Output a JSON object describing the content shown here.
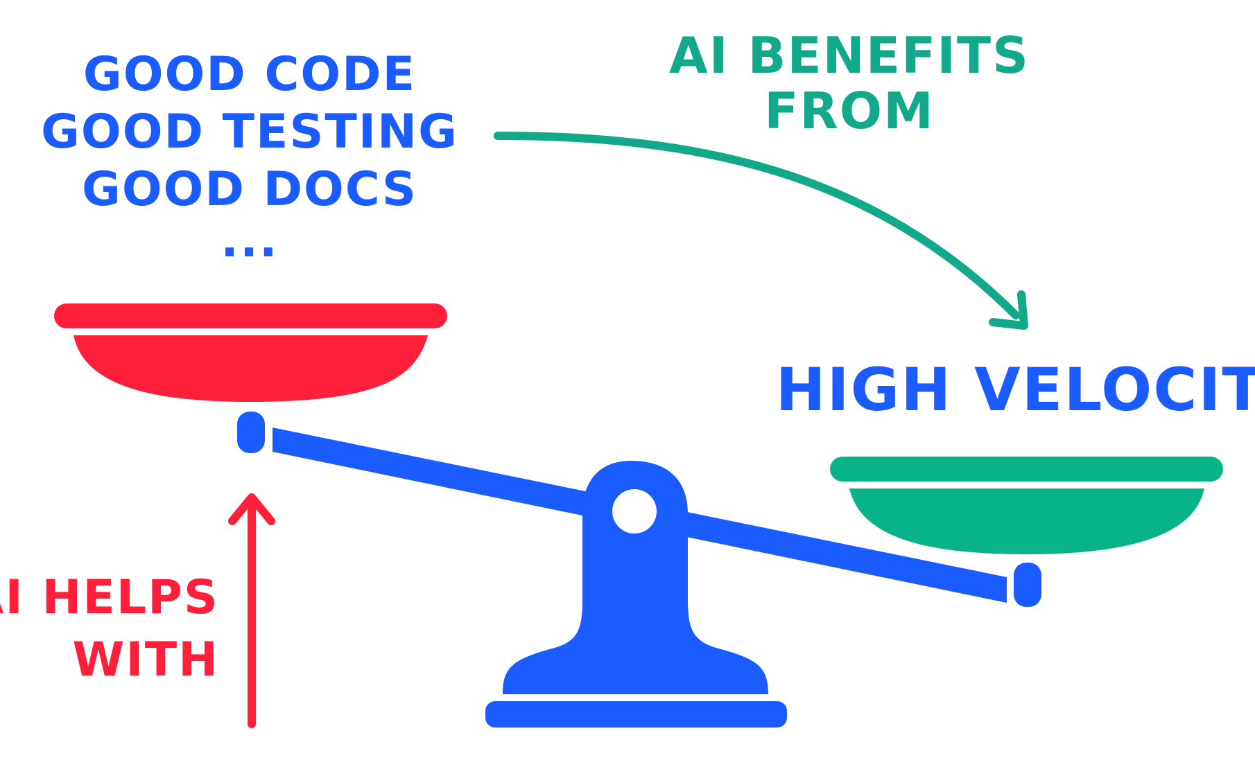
{
  "left_pan": {
    "lines": [
      "GOOD CODE",
      "GOOD TESTING",
      "GOOD DOCS",
      "..."
    ]
  },
  "right_pan": {
    "label": "HIGH VELOCITY"
  },
  "annotations": {
    "ai_benefits": [
      "AI BENEFITS",
      "FROM"
    ],
    "ai_helps": [
      "AI HELPS",
      "WITH"
    ]
  },
  "colors": {
    "blue": "#1a5cff",
    "red": "#ff1f3a",
    "green": "#08b38a",
    "arrow_green": "#12a98a",
    "background": "#ffffff"
  },
  "icons": {
    "scale": "balance-scale-icon",
    "arrow_benefits": "curved-arrow-icon",
    "arrow_helps": "up-arrow-icon"
  }
}
